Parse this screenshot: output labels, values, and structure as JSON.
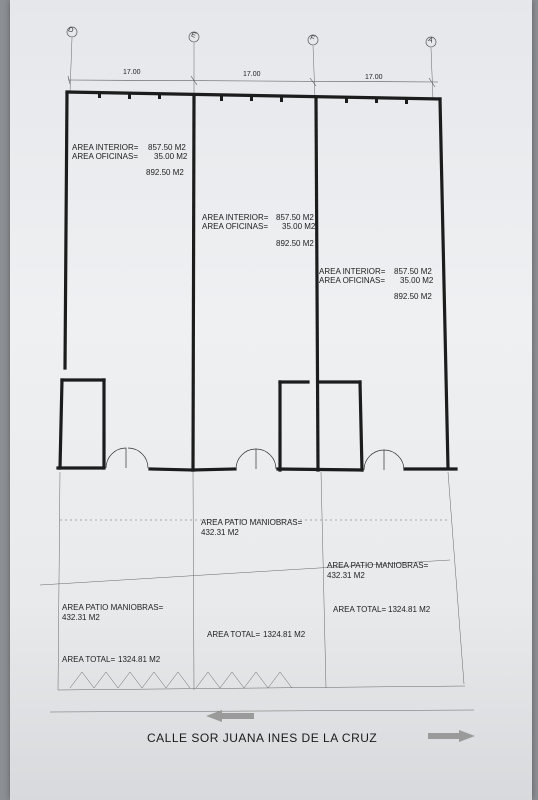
{
  "grid_axes": [
    "D",
    "E",
    "F",
    "A"
  ],
  "dimensions": [
    "17.00",
    "17.00",
    "17.00"
  ],
  "units": [
    {
      "area_interior_label": "AREA INTERIOR=",
      "area_interior_value": "857.50 M2",
      "area_oficinas_label": "AREA OFICINAS=",
      "area_oficinas_value": "35.00 M2",
      "subtotal": "892.50 M2"
    },
    {
      "area_interior_label": "AREA INTERIOR=",
      "area_interior_value": "857.50 M2",
      "area_oficinas_label": "AREA OFICINAS=",
      "area_oficinas_value": "35.00 M2",
      "subtotal": "892.50 M2"
    },
    {
      "area_interior_label": "AREA INTERIOR=",
      "area_interior_value": "857.50 M2",
      "area_oficinas_label": "AREA OFICINAS=",
      "area_oficinas_value": "35.00 M2",
      "subtotal": "892.50 M2"
    }
  ],
  "patios": [
    {
      "label": "AREA PATIO MANIOBRAS=",
      "value": "432.31 M2",
      "total_label": "AREA TOTAL=",
      "total_value": "1324.81 M2"
    },
    {
      "label": "AREA PATIO MANIOBRAS=",
      "value": "432.31 M2",
      "total_label": "AREA TOTAL=",
      "total_value": "1324.81 M2"
    },
    {
      "label": "AREA PATIO MANIOBRAS=",
      "value": "432.31 M2",
      "total_label": "AREA TOTAL=",
      "total_value": "1324.81 M2"
    }
  ],
  "street_name": "CALLE SOR JUANA INES DE LA CRUZ",
  "colors": {
    "wall": "#1c1c1c",
    "thin_line": "#555555",
    "arrow": "#9a9a9a"
  }
}
